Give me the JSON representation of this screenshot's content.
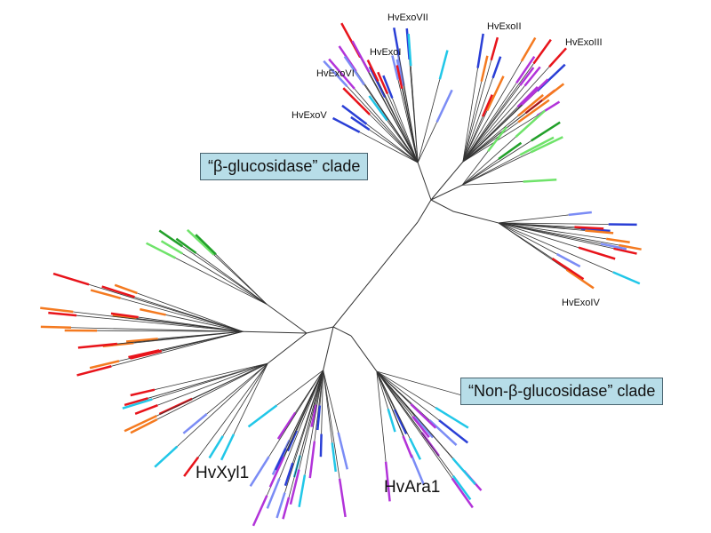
{
  "clade_labels": {
    "beta": "“β-glucosidase” clade",
    "non_beta": "“Non-β-glucosidase” clade"
  },
  "gene_labels": {
    "exo1": "HvExoI",
    "exo2": "HvExoII",
    "exo3": "HvExoIII",
    "exo4": "HvExoIV",
    "exo5": "HvExoV",
    "exo6": "HvExoVI",
    "exo7": "HvExoVII",
    "xyl1": "HvXyl1",
    "ara1": "HvAra1"
  },
  "colors": {
    "red": "#e8141b",
    "orange": "#f47a20",
    "green": "#22a02a",
    "lightgreen": "#6fe36a",
    "blue": "#2a3fd6",
    "lightblue": "#7b8cf5",
    "cyan": "#21c7e8",
    "purple": "#b233d9",
    "branch": "#333333",
    "clade_box": "#b7dde8"
  }
}
